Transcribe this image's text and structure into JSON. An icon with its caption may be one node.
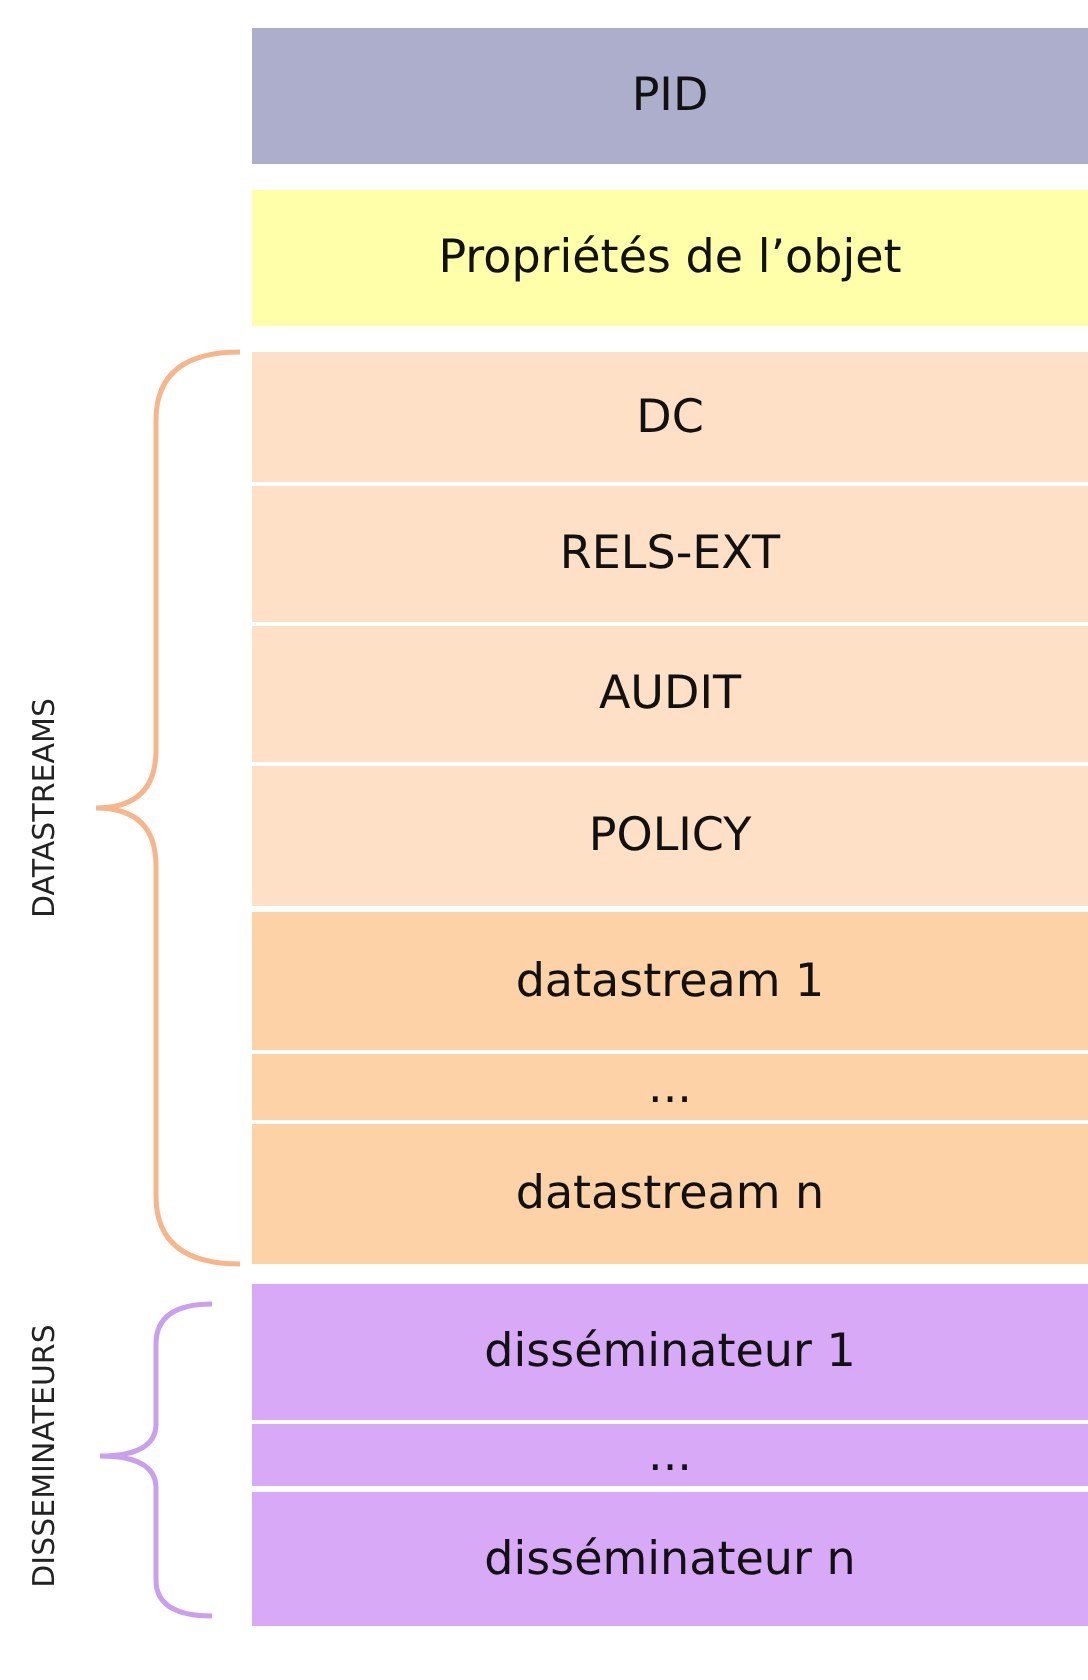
{
  "diagram": {
    "nodes": [
      {
        "text": [
          "PID"
        ]
      },
      {
        "text": [
          "Propriétés de l’objet"
        ]
      },
      {
        "text": [
          "DC"
        ]
      },
      {
        "text": [
          "RELS-EXT"
        ]
      },
      {
        "text": [
          "AUDIT"
        ]
      },
      {
        "text": [
          "POLICY"
        ]
      },
      {
        "text": [
          "datastream 1"
        ]
      },
      {
        "text": [
          "..."
        ]
      },
      {
        "text": [
          "datastream n"
        ]
      },
      {
        "text": [
          "disséminateur 1"
        ]
      },
      {
        "text": [
          "..."
        ]
      },
      {
        "text": [
          "disséminateur n"
        ]
      }
    ],
    "edges": [],
    "labels": [
      "DATASTREAMS",
      "DISSEMINATEURS"
    ]
  }
}
